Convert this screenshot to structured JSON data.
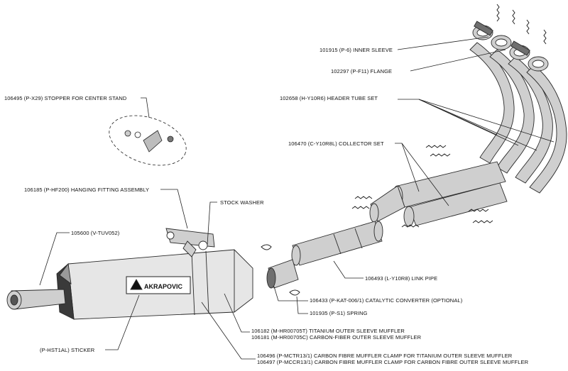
{
  "brand": {
    "logo_text": "AKRAPOVIC"
  },
  "labels": {
    "inner_sleeve": "101915 (P-6)  INNER SLEEVE",
    "flange": "102297 (P-F11)  FLANGE",
    "header_tube_set": "102658 (H-Y10R6)  HEADER TUBE SET",
    "collector_set": "106470 (C-Y10R8L) COLLECTOR SET",
    "stopper": "106495 (P-X29) STOPPER FOR CENTER STAND",
    "hanging_fitting": "106185 (P-HF200) HANGING FITTING ASSEMBLY",
    "stock_washer": "STOCK WASHER",
    "tuv": "105600 (V-TUV052)",
    "link_pipe": "106493 (L-Y10R8) LINK PIPE",
    "catalytic": "106433 (P-KAT-006/1)  CATALYTIC CONVERTER (OPTIONAL)",
    "spring": "101935 (P-S1)  SPRING",
    "muffler_ti": "106182 (M-HR00705T) TITANIUM OUTER SLEEVE MUFFLER",
    "muffler_cf": "106181 (M-HR00705C) CARBON-FIBER OUTER SLEEVE MUFFLER",
    "sticker": "(P-HST1AL)  STICKER",
    "clamp_ti": "106496 (P-MCTR13/1)  CARBON FIBRE MUFFLER CLAMP FOR TITANIUM OUTER SLEEVE  MUFFLER",
    "clamp_cf": "106497 (P-MCCR13/1)  CARBON FIBRE MUFFLER CLAMP FOR CARBON FIBRE OUTER SLEEVE  MUFFLER"
  }
}
